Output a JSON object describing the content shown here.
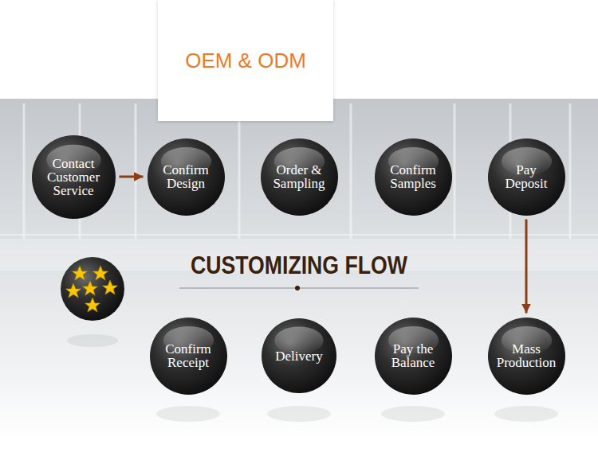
{
  "diagram": {
    "title": "OEM & ODM",
    "nodes": [
      {
        "text": [
          "Contact Customer Service"
        ]
      },
      {
        "text": [
          "Confirm Design"
        ]
      },
      {
        "text": [
          "Order & Sampling"
        ]
      },
      {
        "text": [
          "Confirm Samples"
        ]
      },
      {
        "text": [
          "Pay Deposit"
        ]
      },
      {
        "text": [
          "Confirm Receipt"
        ]
      },
      {
        "text": [
          "Delivery"
        ]
      },
      {
        "text": [
          "Pay the Balance"
        ]
      },
      {
        "text": [
          "Mass Production"
        ]
      }
    ],
    "edges": [
      {
        "from": 0,
        "to": 1,
        "arrow": "to"
      },
      {
        "from": 4,
        "to": 8,
        "arrow": "to"
      }
    ],
    "labels": [
      "CUSTOMIZING FLOW"
    ]
  }
}
